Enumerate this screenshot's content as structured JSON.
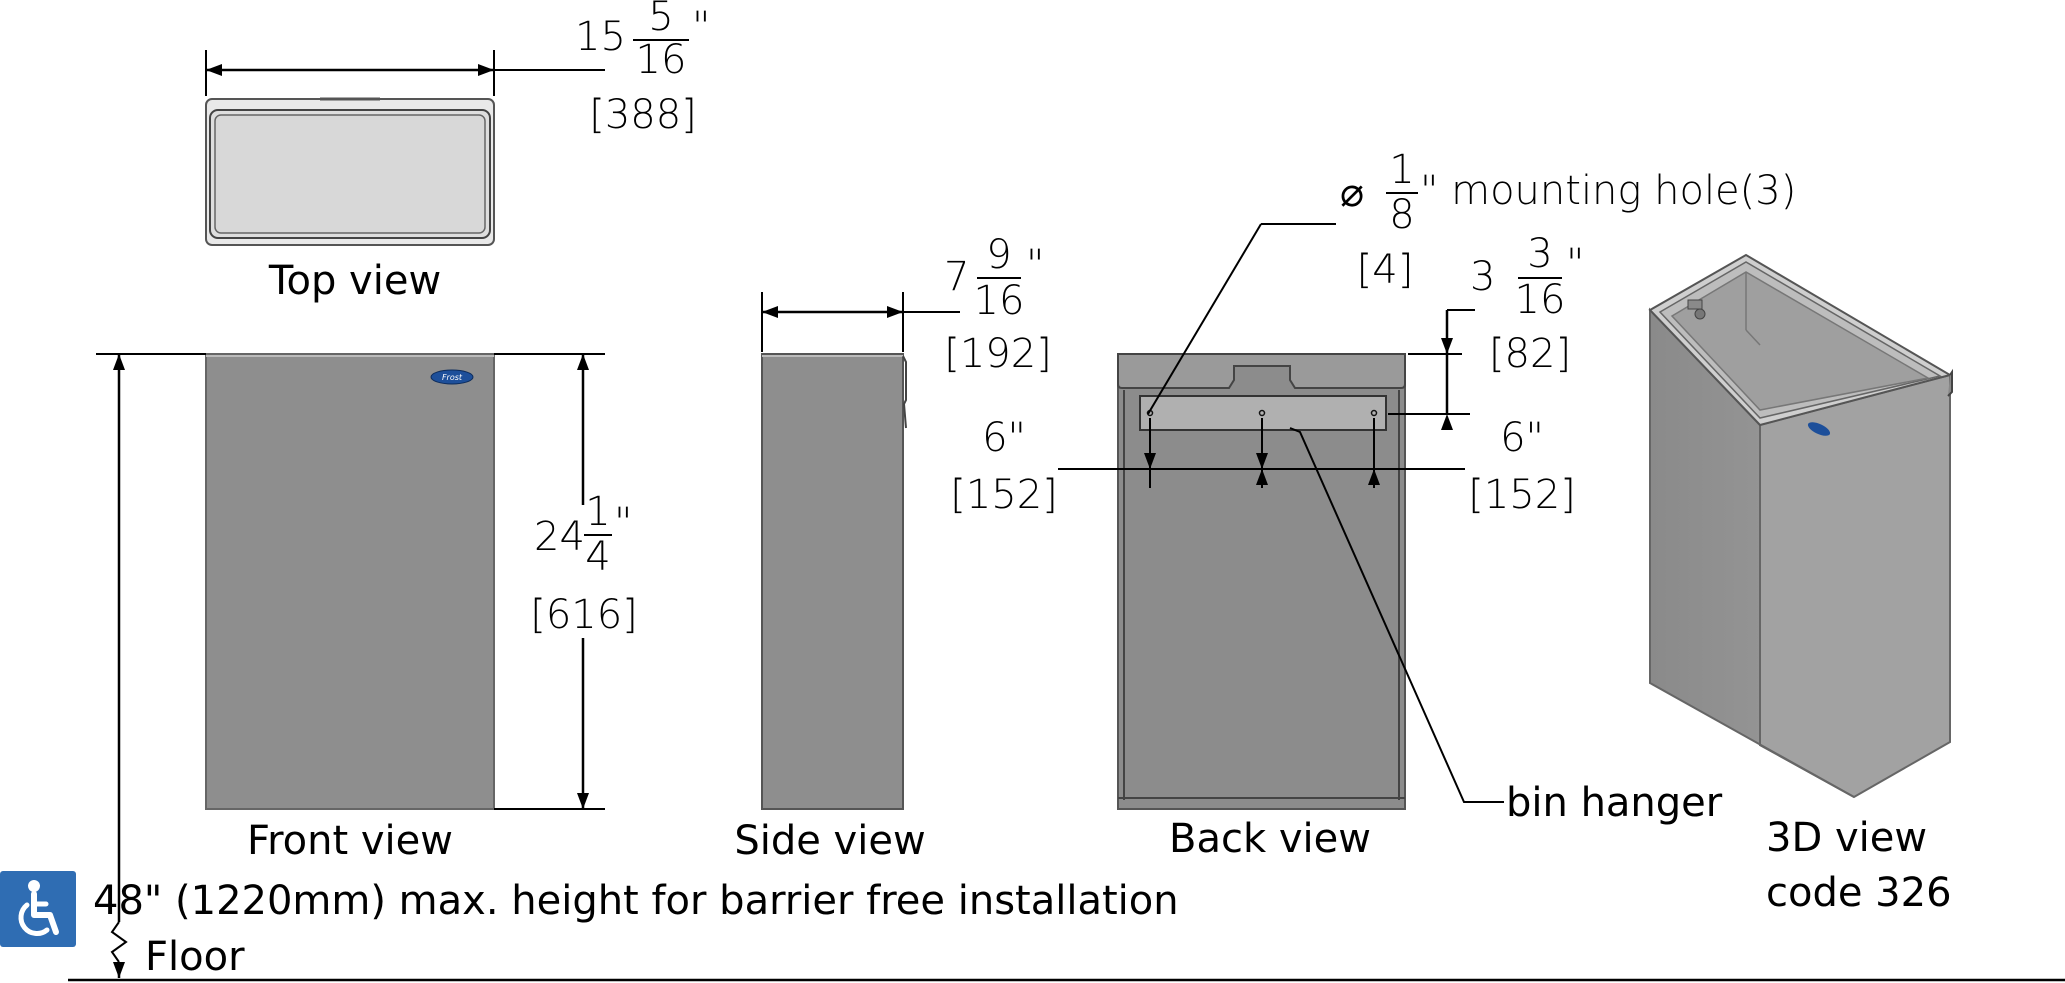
{
  "views": {
    "top": "Top view",
    "front": "Front view",
    "side": "Side view",
    "back": "Back view",
    "iso_line1": "3D view",
    "iso_line2": "code 326"
  },
  "dimensions": {
    "width": {
      "whole": "15",
      "num": "5",
      "den": "16",
      "unit": "\"",
      "mm": "[388]"
    },
    "depth": {
      "whole": "7",
      "num": "9",
      "den": "16",
      "unit": "\"",
      "mm": "[192]"
    },
    "height": {
      "whole": "24",
      "num": "1",
      "den": "4",
      "unit": "\"",
      "mm": "[616]"
    },
    "hanger_offset": {
      "whole": "3",
      "num": "3",
      "den": "16",
      "unit": "\"",
      "mm": "[82]"
    },
    "hole_spacing_left": {
      "inch": "6\"",
      "mm": "[152]"
    },
    "hole_spacing_right": {
      "inch": "6\"",
      "mm": "[152]"
    }
  },
  "mounting_hole": {
    "symbol": "⌀",
    "num": "1",
    "den": "8",
    "text": "\" mounting hole(3)",
    "mm": "[4]"
  },
  "bin_hanger_label": "bin hanger",
  "brand_label": "Frost",
  "accessibility": {
    "icon": "wheelchair-icon",
    "note": "48\" (1220mm) max. height for barrier free installation",
    "floor_label": "Floor",
    "color": "#2f6db3"
  }
}
